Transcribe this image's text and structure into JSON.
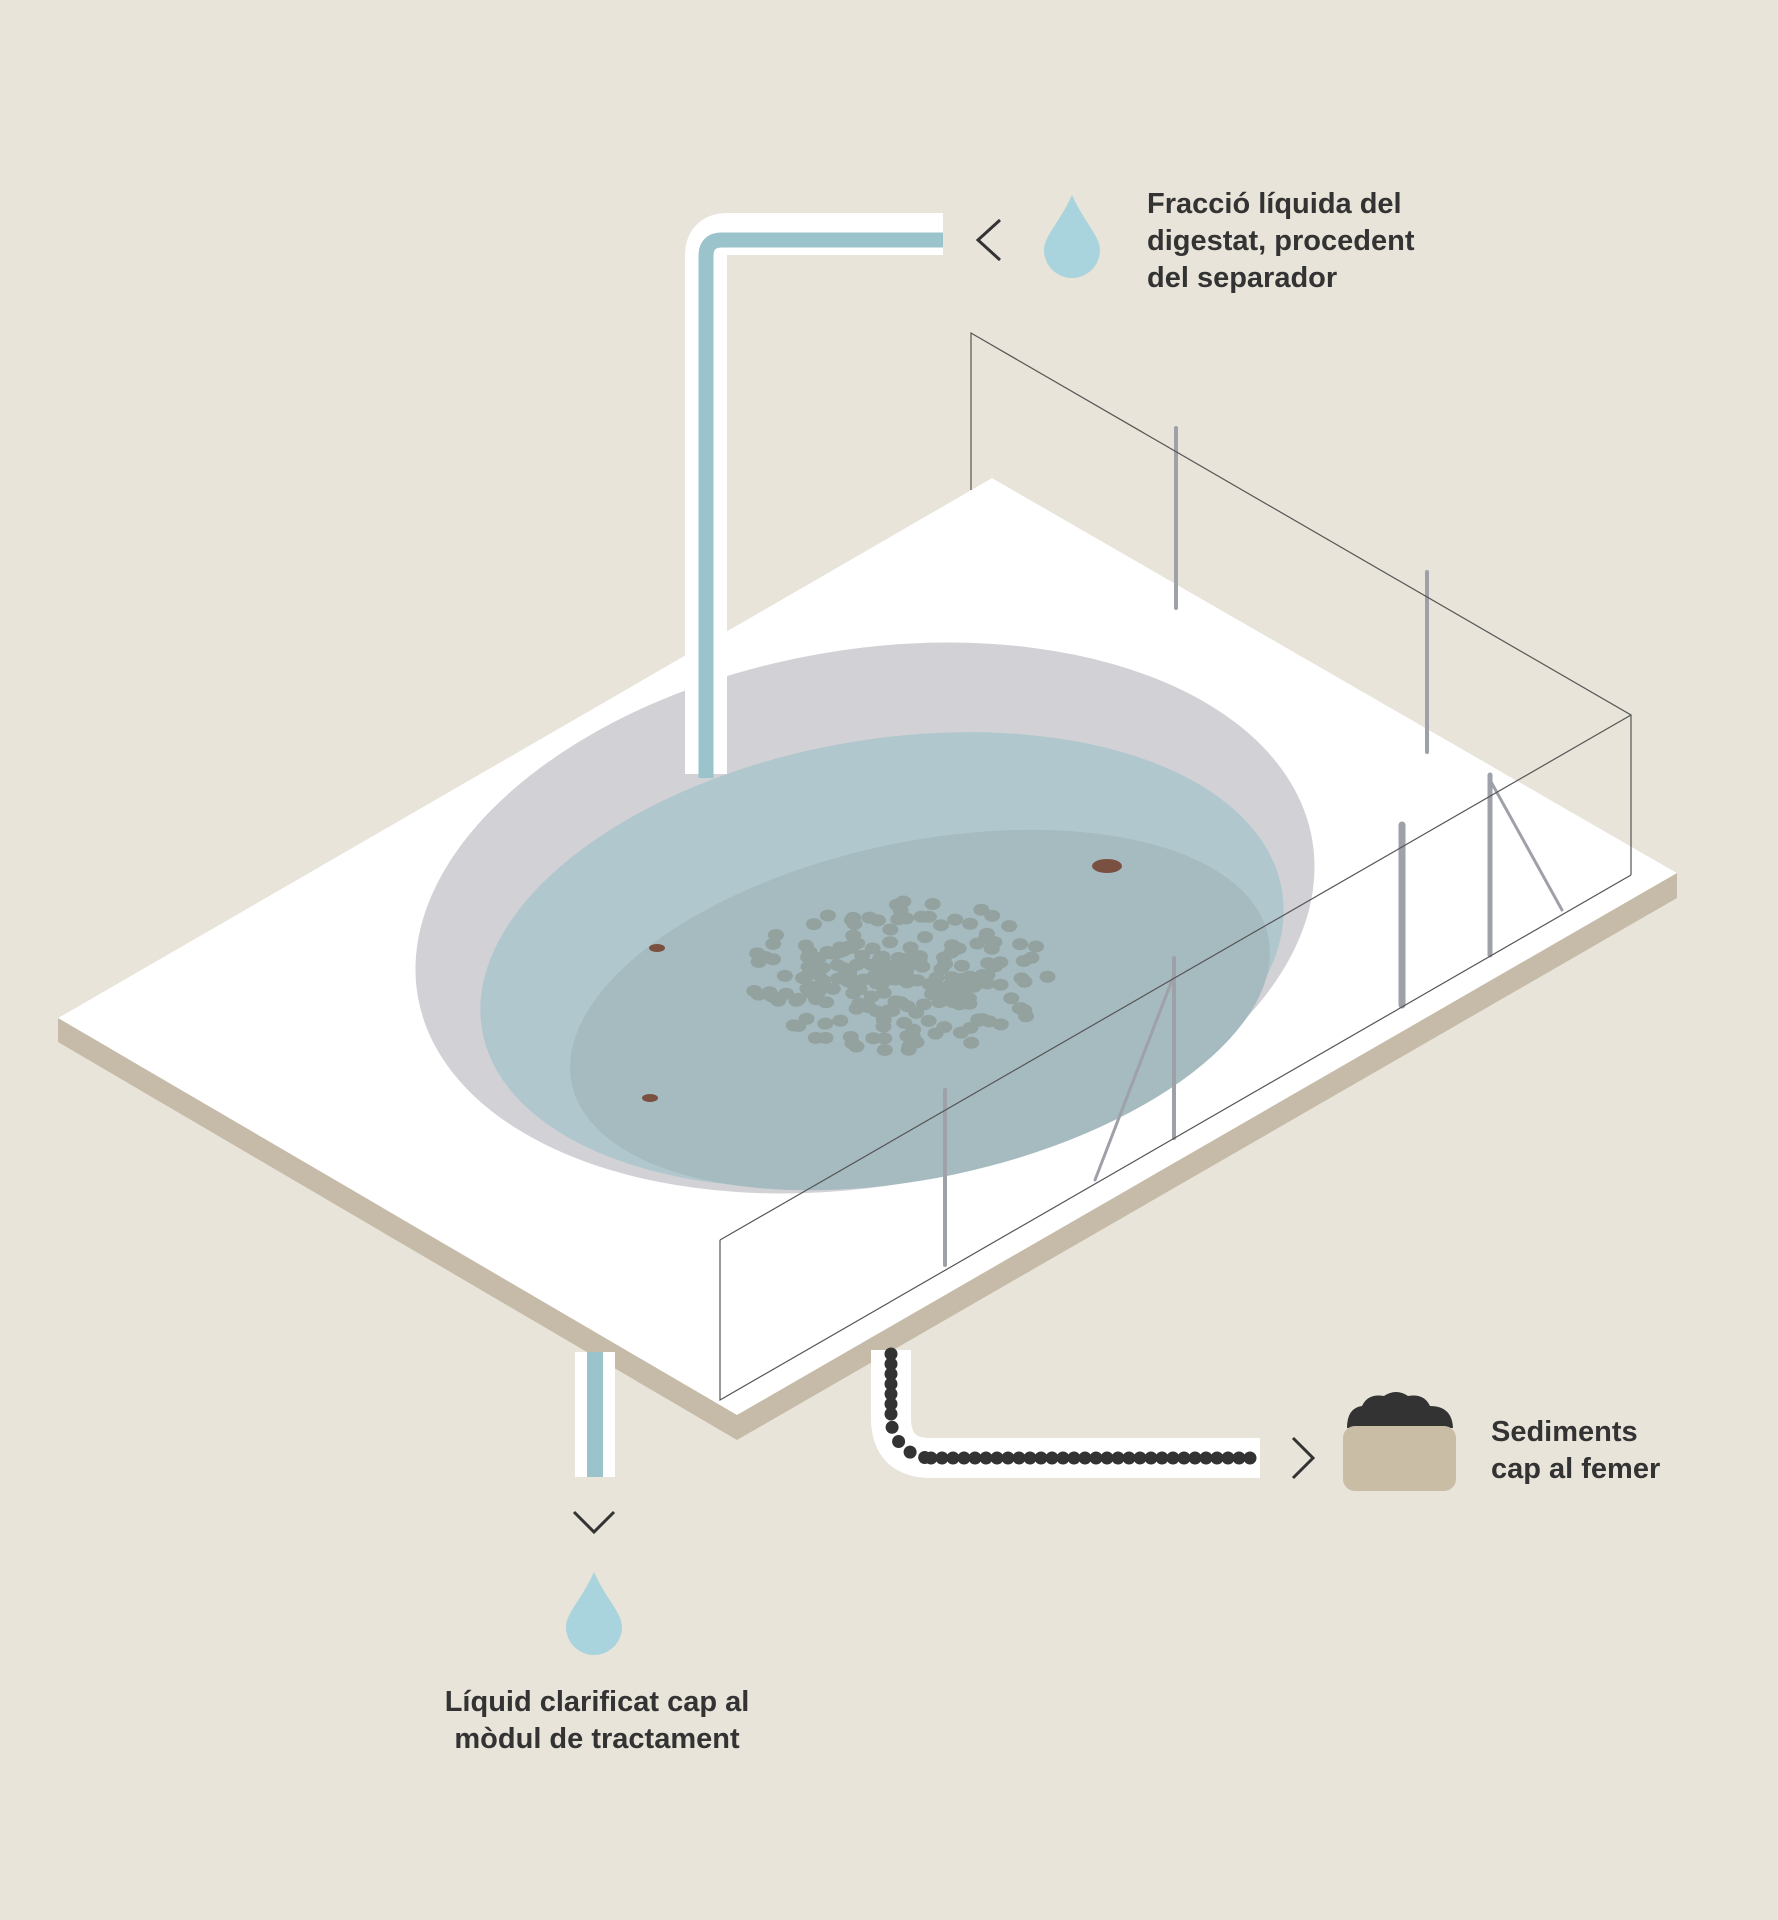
{
  "colors": {
    "background": "#e8e4d9",
    "platform_top": "#ffffff",
    "platform_edge": "#c6bba8",
    "basin_rim": "#d2d1d6",
    "water_outer": "#b0c8cd",
    "water_inner": "#a6bbc0",
    "sludge": "#93a29e",
    "pipe_liquid": "#9ac3cc",
    "drop": "#a9d4dd",
    "sediment": "#333333",
    "bin": "#c9bda6",
    "wire": "#555555",
    "post": "#9fa1a9",
    "particle_brown": "#7a5040",
    "text": "#333333"
  },
  "icons": {
    "inflow": "water-drop-icon",
    "outflow": "water-drop-icon",
    "sediments": "sediment-bin-icon",
    "inflow_direction": "chevron-left-icon",
    "outflow_direction": "chevron-down-icon",
    "sediments_direction": "chevron-right-icon"
  },
  "labels": {
    "inflow": [
      "Fracció líquida del",
      "digestat, procedent",
      "del separador"
    ],
    "sediments": [
      "Sediments",
      "cap al femer"
    ],
    "outflow": [
      "Líquid clarificat cap al",
      "mòdul de tractament"
    ]
  }
}
